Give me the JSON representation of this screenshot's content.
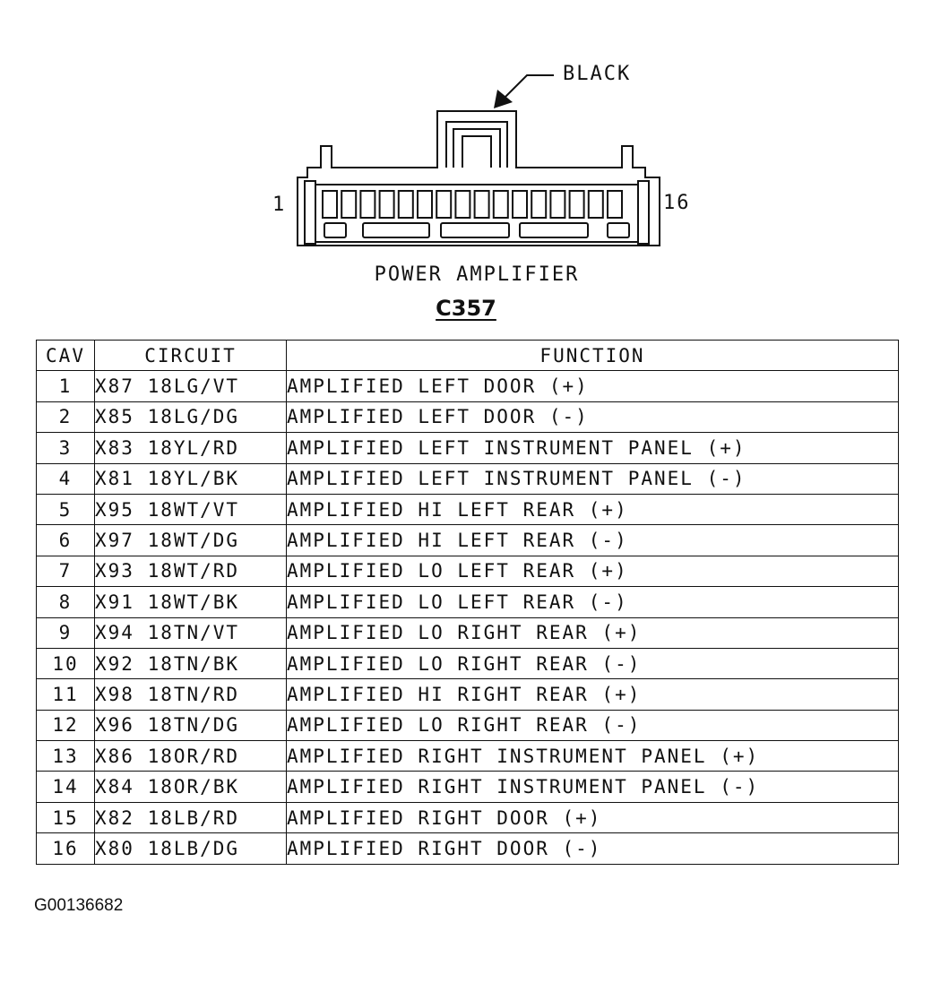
{
  "connector": {
    "color_label": "BLACK",
    "pin_first": "1",
    "pin_last": "16",
    "component_name": "POWER AMPLIFIER",
    "connector_id": "C357"
  },
  "table": {
    "headers": {
      "cav": "CAV",
      "circuit": "CIRCUIT",
      "function": "FUNCTION"
    },
    "rows": [
      {
        "cav": "1",
        "circuit": "X87  18LG/VT",
        "function": "AMPLIFIED LEFT DOOR (+)"
      },
      {
        "cav": "2",
        "circuit": "X85  18LG/DG",
        "function": "AMPLIFIED LEFT DOOR (-)"
      },
      {
        "cav": "3",
        "circuit": "X83  18YL/RD",
        "function": "AMPLIFIED LEFT INSTRUMENT PANEL (+)"
      },
      {
        "cav": "4",
        "circuit": "X81  18YL/BK",
        "function": "AMPLIFIED LEFT INSTRUMENT PANEL (-)"
      },
      {
        "cav": "5",
        "circuit": "X95  18WT/VT",
        "function": "AMPLIFIED HI LEFT REAR (+)"
      },
      {
        "cav": "6",
        "circuit": "X97  18WT/DG",
        "function": "AMPLIFIED HI LEFT REAR (-)"
      },
      {
        "cav": "7",
        "circuit": "X93  18WT/RD",
        "function": "AMPLIFIED LO LEFT REAR (+)"
      },
      {
        "cav": "8",
        "circuit": "X91  18WT/BK",
        "function": "AMPLIFIED LO LEFT REAR (-)"
      },
      {
        "cav": "9",
        "circuit": "X94  18TN/VT",
        "function": "AMPLIFIED LO RIGHT REAR (+)"
      },
      {
        "cav": "10",
        "circuit": "X92  18TN/BK",
        "function": "AMPLIFIED LO RIGHT REAR (-)"
      },
      {
        "cav": "11",
        "circuit": "X98  18TN/RD",
        "function": "AMPLIFIED HI RIGHT REAR (+)"
      },
      {
        "cav": "12",
        "circuit": "X96  18TN/DG",
        "function": "AMPLIFIED LO RIGHT REAR (-)"
      },
      {
        "cav": "13",
        "circuit": "X86  18OR/RD",
        "function": "AMPLIFIED RIGHT INSTRUMENT PANEL (+)"
      },
      {
        "cav": "14",
        "circuit": "X84  18OR/BK",
        "function": "AMPLIFIED RIGHT INSTRUMENT PANEL (-)"
      },
      {
        "cav": "15",
        "circuit": "X82  18LB/RD",
        "function": "AMPLIFIED RIGHT DOOR (+)"
      },
      {
        "cav": "16",
        "circuit": "X80  18LB/DG",
        "function": "AMPLIFIED RIGHT DOOR (-)"
      }
    ]
  },
  "figure_id": "G00136682"
}
